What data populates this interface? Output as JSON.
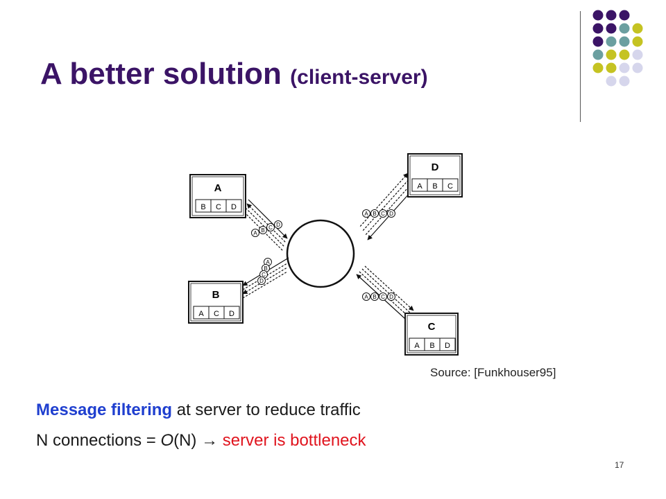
{
  "slide": {
    "title_main": "A better solution ",
    "title_sub": "(client-server)",
    "source": "Source: [Funkhouser95]",
    "line1_highlight": "Message filtering",
    "line1_rest": " at server to reduce traffic",
    "line2_a": "N connections = ",
    "line2_o": "O",
    "line2_b": "(N) ",
    "line2_arrow": "→",
    "line2_red": " server is bottleneck",
    "slide_number": "17"
  },
  "diagram": {
    "clients": [
      {
        "name": "A",
        "cells": [
          "B",
          "C",
          "D"
        ]
      },
      {
        "name": "B",
        "cells": [
          "A",
          "C",
          "D"
        ]
      },
      {
        "name": "C",
        "cells": [
          "A",
          "B",
          "D"
        ]
      },
      {
        "name": "D",
        "cells": [
          "A",
          "B",
          "C"
        ]
      }
    ],
    "message_labels": {
      "A": [
        "A",
        "B",
        "C",
        "D"
      ],
      "B": [
        "A",
        "B",
        "C",
        "D"
      ],
      "C": [
        "A",
        "B",
        "C",
        "D"
      ],
      "D": [
        "A",
        "B",
        "C",
        "D"
      ]
    }
  },
  "theme": {
    "title_color": "#3b1466",
    "dot_colors": {
      "purple": "#3b1466",
      "teal": "#6b9fa0",
      "olive": "#c5c322",
      "lavender": "#d6d6ec"
    }
  }
}
